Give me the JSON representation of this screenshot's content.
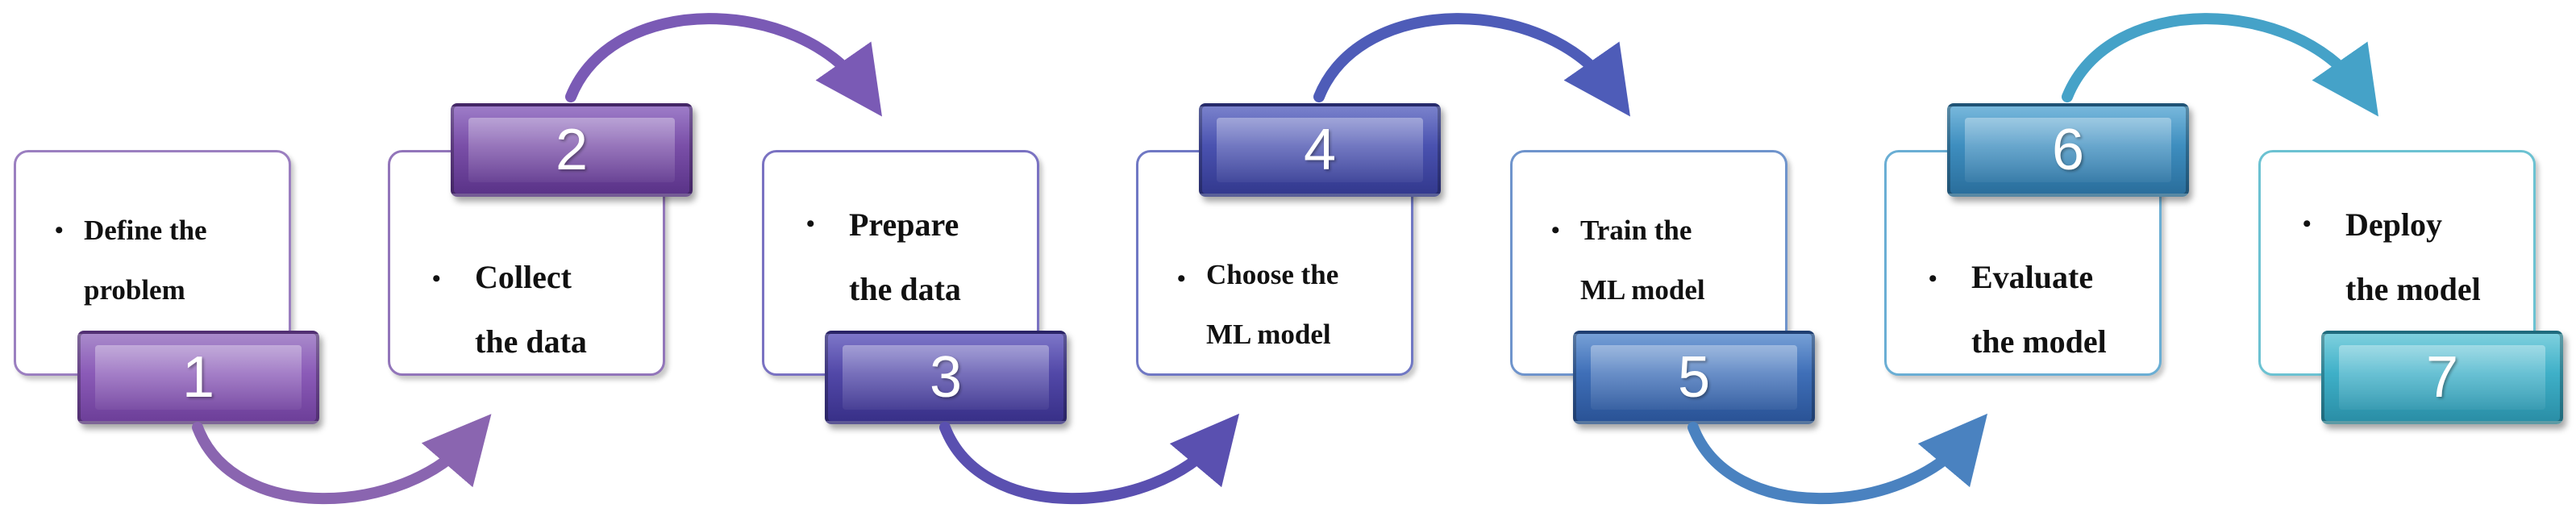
{
  "steps": [
    {
      "number": "1",
      "line1": "Define the",
      "line2": "problem",
      "color": "#8b5bb8"
    },
    {
      "number": "2",
      "line1": "Collect",
      "line2": "the data",
      "color": "#7a4fa8"
    },
    {
      "number": "3",
      "line1": "Prepare",
      "line2": "the data",
      "color": "#5248a8"
    },
    {
      "number": "4",
      "line1": "Choose the",
      "line2": "ML model",
      "color": "#4a52b0"
    },
    {
      "number": "5",
      "line1": "Train the",
      "line2": "ML model",
      "color": "#3f6fb8"
    },
    {
      "number": "6",
      "line1": "Evaluate",
      "line2": "the model",
      "color": "#3e8ebf"
    },
    {
      "number": "7",
      "line1": "Deploy",
      "line2": "the model",
      "color": "#3fb0c8"
    }
  ],
  "arrow_colors": [
    "#8a65b0",
    "#7a5ab5",
    "#5a50b0",
    "#4e5cb8",
    "#4a82c0",
    "#45a2c8"
  ],
  "bullet_glyph": "•"
}
